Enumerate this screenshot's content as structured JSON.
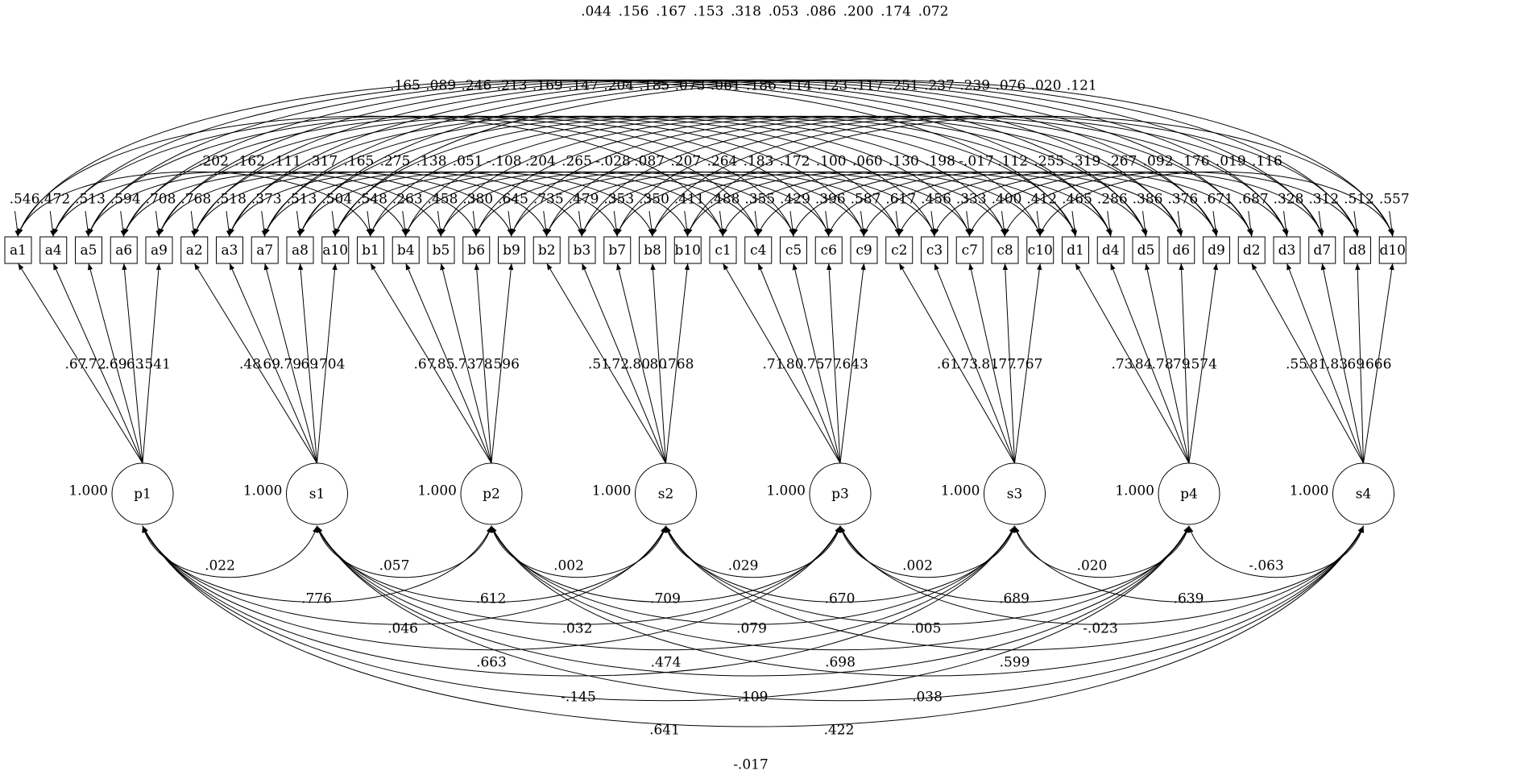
{
  "diagram": {
    "observed": [
      "a1",
      "a4",
      "a5",
      "a6",
      "a9",
      "a2",
      "a3",
      "a7",
      "a8",
      "a10",
      "b1",
      "b4",
      "b5",
      "b6",
      "b9",
      "b2",
      "b3",
      "b7",
      "b8",
      "b10",
      "c1",
      "c4",
      "c5",
      "c6",
      "c9",
      "c2",
      "c3",
      "c7",
      "c8",
      "c10",
      "d1",
      "d4",
      "d5",
      "d6",
      "d9",
      "d2",
      "d3",
      "d7",
      "d8",
      "d10"
    ],
    "residual_variances": [
      ".546",
      ".472",
      ".513",
      ".594",
      ".708",
      ".768",
      ".518",
      ".373",
      ".513",
      ".504",
      ".548",
      ".263",
      ".458",
      ".380",
      ".645",
      ".735",
      ".479",
      ".353",
      ".350",
      ".411",
      ".488",
      ".355",
      ".429",
      ".396",
      ".587",
      ".617",
      ".456",
      ".333",
      ".400",
      ".412",
      ".465",
      ".286",
      ".386",
      ".376",
      ".671",
      ".687",
      ".328",
      ".312",
      ".512",
      ".557"
    ],
    "latents": [
      {
        "name": "p1",
        "variance": "1.000"
      },
      {
        "name": "s1",
        "variance": "1.000"
      },
      {
        "name": "p2",
        "variance": "1.000"
      },
      {
        "name": "s2",
        "variance": "1.000"
      },
      {
        "name": "p3",
        "variance": "1.000"
      },
      {
        "name": "s3",
        "variance": "1.000"
      },
      {
        "name": "p4",
        "variance": "1.000"
      },
      {
        "name": "s4",
        "variance": "1.000"
      }
    ],
    "loadings": [
      [
        ".67",
        ".72",
        ".69",
        ".63",
        ".541"
      ],
      [
        ".48",
        ".69",
        ".79",
        ".69",
        ".704"
      ],
      [
        ".67",
        ".85",
        ".73",
        ".78",
        ".596"
      ],
      [
        ".51",
        ".72",
        ".80",
        ".80",
        ".768"
      ],
      [
        ".71",
        ".80",
        ".75",
        ".77",
        ".643"
      ],
      [
        ".61",
        ".73",
        ".81",
        ".77",
        ".767"
      ],
      [
        ".73",
        ".84",
        ".78",
        ".79",
        ".574"
      ],
      [
        ".55",
        ".81",
        ".83",
        ".69",
        ".666"
      ]
    ],
    "residual_cov_row1": [
      ".202",
      ".162",
      ".111",
      ".317",
      ".165",
      ".275",
      ".138",
      ".051",
      "-.108",
      ".204",
      ".265",
      "-.028",
      ".087",
      ".207",
      ".264",
      ".183",
      ".172",
      ".100",
      ".060",
      ".130",
      ".198",
      "-.017",
      ".112",
      ".255",
      ".319",
      ".267",
      ".092",
      ".176",
      ".019",
      ".116"
    ],
    "residual_cov_row2": [
      ".165",
      ".089",
      ".246",
      ".213",
      ".169",
      ".147",
      ".204",
      ".185",
      ".073",
      ".061",
      ".186",
      ".114",
      ".123",
      ".117",
      ".251",
      ".237",
      ".239",
      ".076",
      ".020",
      ".121"
    ],
    "residual_cov_row3": [
      ".044",
      ".156",
      ".167",
      ".153",
      ".318",
      ".053",
      ".086",
      ".200",
      ".174",
      ".072"
    ],
    "latent_cov_rows": [
      [
        ".022",
        ".057",
        ".002",
        ".029",
        ".002",
        ".020",
        "-.063"
      ],
      [
        ".776",
        ".612",
        ".709",
        ".670",
        ".689",
        ".639"
      ],
      [
        ".046",
        ".032",
        ".079",
        ".005",
        "-.023"
      ],
      [
        ".663",
        ".474",
        ".698",
        ".599"
      ],
      [
        "-.145",
        ".109",
        ".038"
      ],
      [
        ".641",
        ".422"
      ],
      [
        "-.017"
      ]
    ]
  }
}
